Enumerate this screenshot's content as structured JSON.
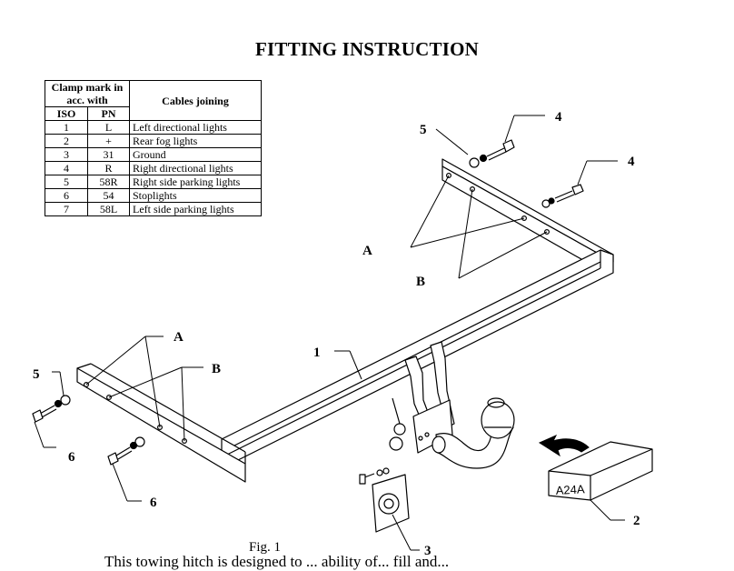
{
  "title": "FITTING INSTRUCTION",
  "table": {
    "header_clamp": "Clamp mark in acc. with",
    "header_cables": "Cables joining",
    "header_iso": "ISO",
    "header_pn": "PN",
    "rows": [
      {
        "iso": "1",
        "pn": "L",
        "desc": "Left directional lights"
      },
      {
        "iso": "2",
        "pn": "+",
        "desc": "Rear fog lights"
      },
      {
        "iso": "3",
        "pn": "31",
        "desc": "Ground"
      },
      {
        "iso": "4",
        "pn": "R",
        "desc": "Right directional lights"
      },
      {
        "iso": "5",
        "pn": "58R",
        "desc": "Right side parking lights"
      },
      {
        "iso": "6",
        "pn": "54",
        "desc": "Stoplights"
      },
      {
        "iso": "7",
        "pn": "58L",
        "desc": "Left side parking lights"
      }
    ]
  },
  "callouts": {
    "label_1": "1",
    "label_2": "2",
    "label_3": "3",
    "label_4": "4",
    "label_5": "5",
    "label_6": "6",
    "label_A": "A",
    "label_B": "B"
  },
  "box_code": "A24A",
  "figure_caption": "Fig. 1",
  "body_text_fragment": "This towing hitch is designed to ... ability of... fill and..."
}
